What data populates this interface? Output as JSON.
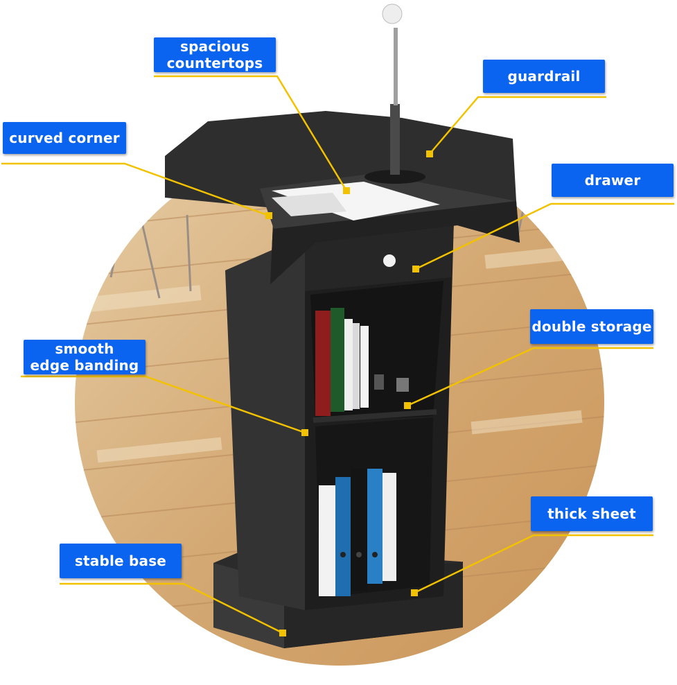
{
  "colors": {
    "label_bg": "#0a64f0",
    "label_text": "#ffffff",
    "leader_line": "#f2c200",
    "podium": "#2d2d2d",
    "floor": "#d9b88c"
  },
  "callouts": {
    "spacious_countertops": {
      "line1": "spacious",
      "line2": "countertops"
    },
    "guardrail": "guardrail",
    "curved_corner": "curved corner",
    "drawer": "drawer",
    "double_storage": "double storage",
    "smooth_edge_banding": {
      "line1": "smooth",
      "line2": "edge banding"
    },
    "thick_sheet": "thick sheet",
    "stable_base": "stable base"
  },
  "icons": {
    "microphone": "microphone-icon",
    "books": "book-icons",
    "binders": "binder-icons"
  }
}
